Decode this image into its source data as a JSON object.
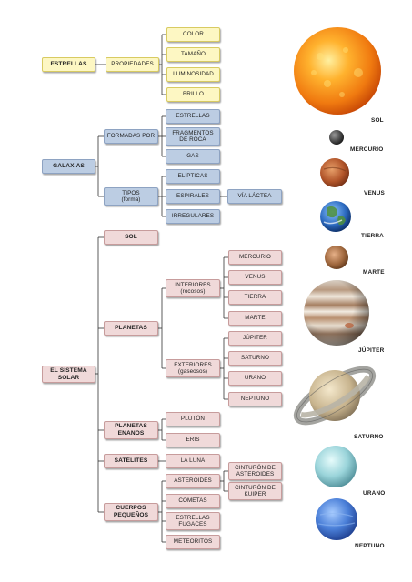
{
  "estrellas": {
    "title": "ESTRELLAS",
    "propiedades": "PROPIEDADES",
    "items": [
      "COLOR",
      "TAMAÑO",
      "LUMINOSIDAD",
      "BRILLO"
    ]
  },
  "galaxias": {
    "title": "GALAXIAS",
    "formadas_por": "FORMADAS POR",
    "formadas_items": [
      "ESTRELLAS",
      "FRAGMENTOS DE ROCA",
      "GAS"
    ],
    "tipos": "TIPOS (forma)",
    "tipos_items": [
      "ELÍPTICAS",
      "ESPIRALES",
      "IRREGULARES"
    ],
    "via_lactea": "VÍA LÁCTEA"
  },
  "sistema_solar": {
    "title": "EL SISTEMA SOLAR",
    "sol": "SOL",
    "planetas": "PLANETAS",
    "interiores": "INTERIORES (rocosos)",
    "interiores_items": [
      "MERCURIO",
      "VENUS",
      "TIERRA",
      "MARTE"
    ],
    "exteriores": "EXTERIORES (gaseosos)",
    "exteriores_items": [
      "JÚPITER",
      "SATURNO",
      "URANO",
      "NEPTUNO"
    ],
    "planetas_enanos": "PLANETAS ENANOS",
    "enanos_items": [
      "PLUTÓN",
      "ERIS"
    ],
    "satelites": "SATÉLITES",
    "la_luna": "LA LUNA",
    "cuerpos_pequenos": "CUERPOS PEQUEÑOS",
    "cuerpos_items": [
      "ASTEROIDES",
      "COMETAS",
      "ESTRELLAS FUGACES",
      "METEORITOS"
    ],
    "asteroides_items": [
      "CINTURÓN DE ASTEROIDES",
      "CINTURÓN DE KUIPER"
    ]
  },
  "planet_labels": [
    "SOL",
    "MERCURIO",
    "VENUS",
    "TIERRA",
    "MARTE",
    "JÚPITER",
    "SATURNO",
    "URANO",
    "NEPTUNO"
  ]
}
